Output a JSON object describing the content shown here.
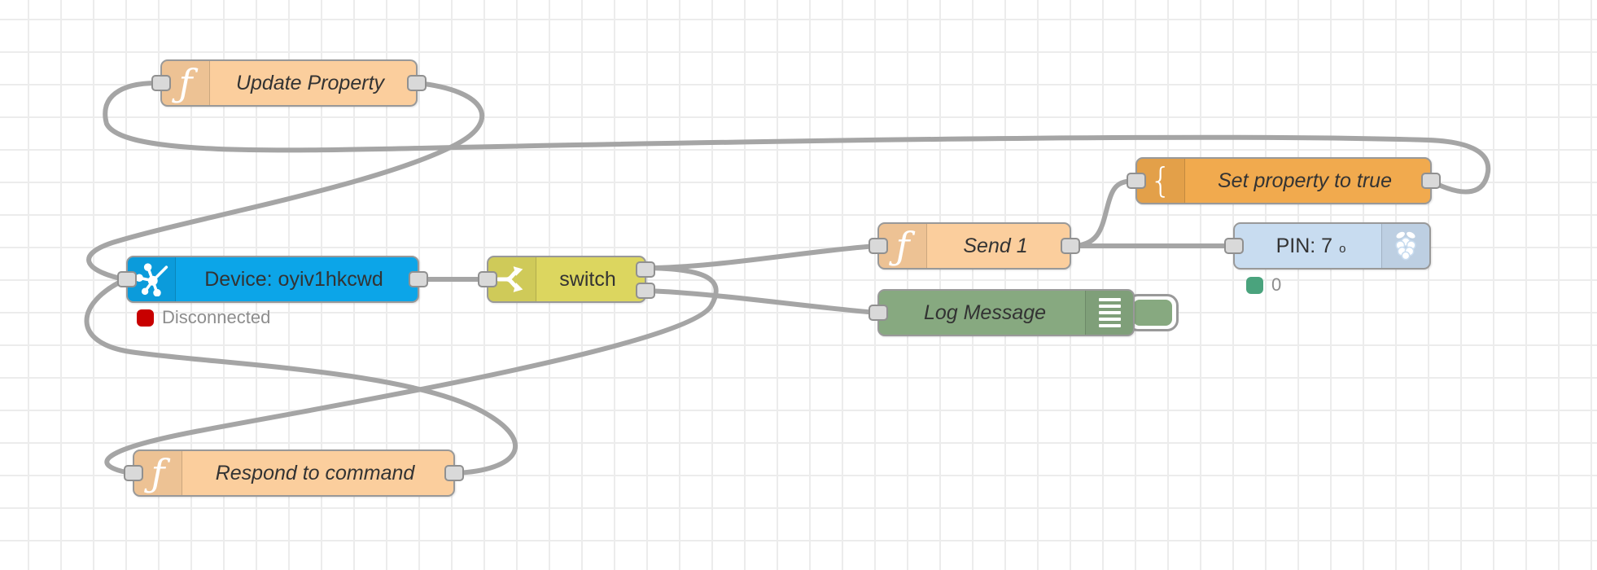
{
  "app": {
    "name": "Node-RED flow editor canvas",
    "wire_color": "#a5a5a5",
    "grid_color": "#ececec",
    "background": "#ffffff"
  },
  "icons": {
    "function_glyph": "ƒ",
    "change_glyph": "{"
  },
  "nodes": {
    "update_property": {
      "label": "Update Property",
      "type": "function",
      "color": "#fbce9d"
    },
    "device": {
      "label": "Device: oyiv1hkcwd",
      "type": "device",
      "color": "#0ca5e8",
      "status": {
        "text": "Disconnected",
        "color": "#c80000"
      }
    },
    "switch": {
      "label": "switch",
      "type": "switch",
      "color": "#dcd65f",
      "outputs": 2
    },
    "send1": {
      "label": "Send 1",
      "type": "function",
      "color": "#fbce9d"
    },
    "set_property": {
      "label": "Set property to true",
      "type": "change",
      "color": "#f1aa4e"
    },
    "pin7": {
      "label": "PIN: 7",
      "label_suffix": "o",
      "type": "rpi-gpio-out",
      "color": "#c8dcf0",
      "status": {
        "text": "0",
        "color": "#4aa37d"
      }
    },
    "log_message": {
      "label": "Log Message",
      "type": "debug",
      "color": "#87a980"
    },
    "respond_to_command": {
      "label": "Respond to command",
      "type": "function",
      "color": "#fbce9d"
    }
  },
  "wires": [
    {
      "from": "update_property",
      "to": "device"
    },
    {
      "from": "set_property",
      "to": "update_property"
    },
    {
      "from": "device",
      "to": "switch"
    },
    {
      "from": "switch:1",
      "to": "send1"
    },
    {
      "from": "switch:1",
      "to": "respond_to_command"
    },
    {
      "from": "switch:2",
      "to": "log_message"
    },
    {
      "from": "send1",
      "to": "pin7"
    },
    {
      "from": "send1",
      "to": "set_property"
    },
    {
      "from": "respond_to_command",
      "to": "device"
    }
  ]
}
